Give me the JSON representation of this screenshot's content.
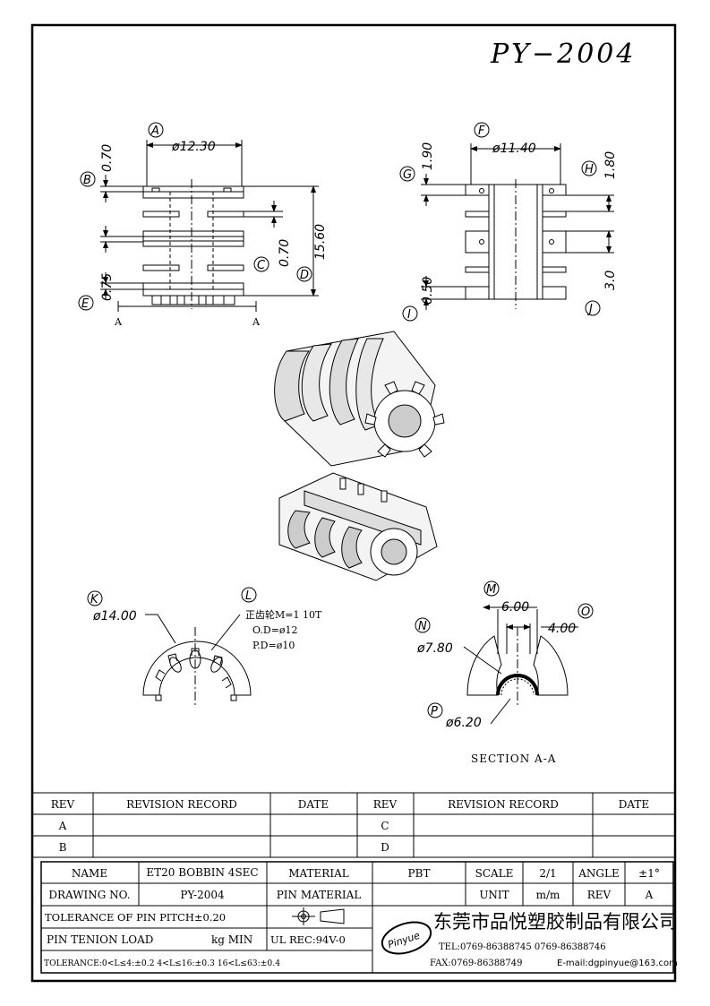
{
  "title": "PY−2004",
  "dims": {
    "A": "ø12.30",
    "B": "0.70",
    "C": "0.70",
    "D": "15.60",
    "E": "0.75",
    "F": "ø11.40",
    "G": "1.90",
    "H": "1.80",
    "I": "0.50",
    "J": "3.0",
    "K": "ø14.00",
    "M": "6.00",
    "N": "ø7.80",
    "O": "4.00",
    "P": "ø6.20"
  },
  "letters": {
    "A": "A",
    "B": "B",
    "C": "C",
    "D": "D",
    "E": "E",
    "F": "F",
    "G": "G",
    "H": "H",
    "I": "I",
    "J": "J",
    "K": "K",
    "L": "L",
    "M": "M",
    "N": "N",
    "O": "O",
    "P": "P"
  },
  "section_mark": "A",
  "gear_note": [
    "正齿轮M=1 10T",
    "O.D=ø12",
    "P.D=ø10"
  ],
  "section_label": "SECTION  A-A",
  "revision": {
    "headers": [
      "REV",
      "REVISION RECORD",
      "DATE",
      "REV",
      "REVISION RECORD",
      "DATE"
    ],
    "rows": [
      [
        "A",
        "",
        "",
        "C",
        "",
        ""
      ],
      [
        "B",
        "",
        "",
        "D",
        "",
        ""
      ]
    ]
  },
  "titleblock": {
    "name_label": "NAME",
    "name_value": "ET20 BOBBIN 4SEC",
    "material_label": "MATERIAL",
    "material_value": "PBT",
    "scale_label": "SCALE",
    "scale_value": "2/1",
    "angle_label": "ANGLE",
    "angle_value": "±1°",
    "drawing_label": "DRAWING NO.",
    "drawing_value": "PY-2004",
    "pin_material_label": "PIN MATERIAL",
    "pin_material_value": "",
    "unit_label": "UNIT",
    "unit_value": "m/m",
    "rev_label": "REV",
    "rev_value": "A",
    "tolerance_pitch": "TOLERANCE OF PIN PITCH±0.20",
    "pin_tension": "PIN TENION LOAD",
    "pin_tension_unit": "kg MIN",
    "ul_rec": "UL REC:94V-0",
    "tolerance_general": "TOLERANCE:0<L≤4:±0.2  4<L≤16:±0.3  16<L≤63:±0.4",
    "company_name": "东莞市品悦塑胶制品有限公司",
    "logo_text": "Pinyue",
    "tel": "TEL:0769-86388745   0769-86388746",
    "fax": "FAX:0769-86388749",
    "email": "E-mail:dgpinyue@163.com"
  }
}
